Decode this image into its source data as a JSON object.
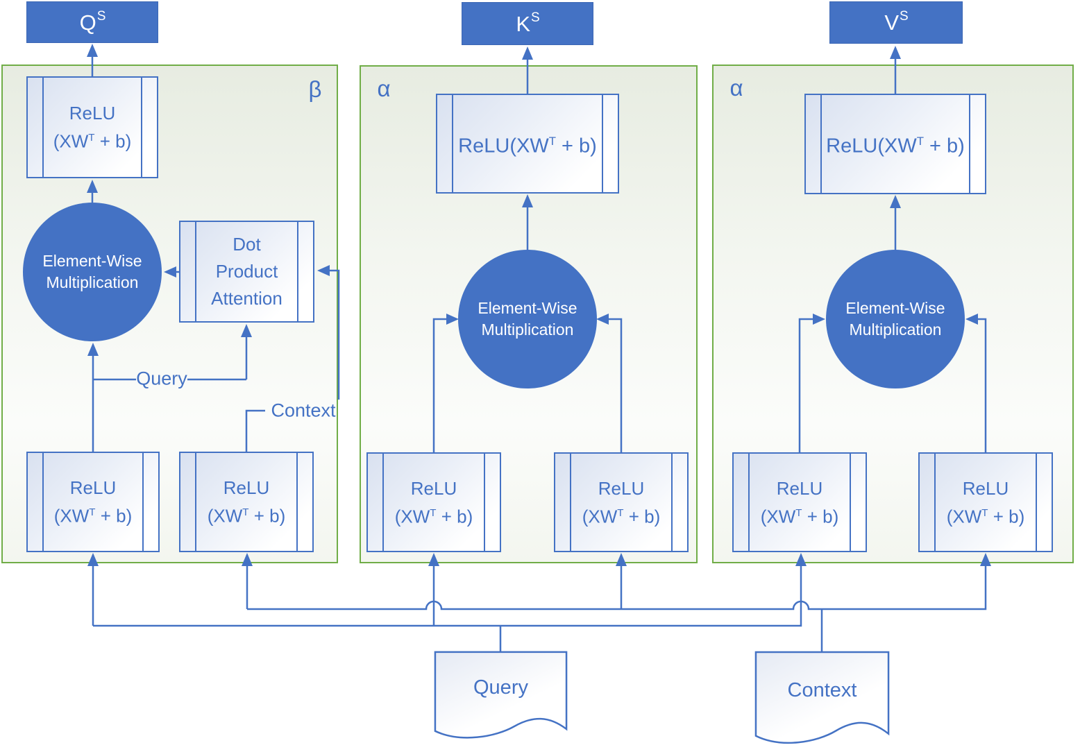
{
  "colors": {
    "accent_blue": "#4472C4",
    "panel_green": "#70AD47"
  },
  "outputs": {
    "q": {
      "base": "Q",
      "sup": "S"
    },
    "k": {
      "base": "K",
      "sup": "S"
    },
    "v": {
      "base": "V",
      "sup": "S"
    }
  },
  "panels": {
    "beta": {
      "label": "β"
    },
    "alpha_k": {
      "label": "α"
    },
    "alpha_v": {
      "label": "α"
    }
  },
  "blocks": {
    "relu_two": {
      "line1": "ReLU",
      "f_open": "(XW",
      "f_sup": "T",
      "f_close": " + b)"
    },
    "relu_one": {
      "f_open": "ReLU(XW",
      "f_sup": "T",
      "f_close": " + b)"
    },
    "ewm": {
      "line1": "Element-Wise",
      "line2": "Multiplication"
    },
    "dpa": {
      "line1": "Dot",
      "line2": "Product",
      "line3": "Attention"
    }
  },
  "edge_labels": {
    "query": "Query",
    "context": "Context"
  },
  "inputs": {
    "query": {
      "label": "Query"
    },
    "context": {
      "label": "Context"
    }
  }
}
